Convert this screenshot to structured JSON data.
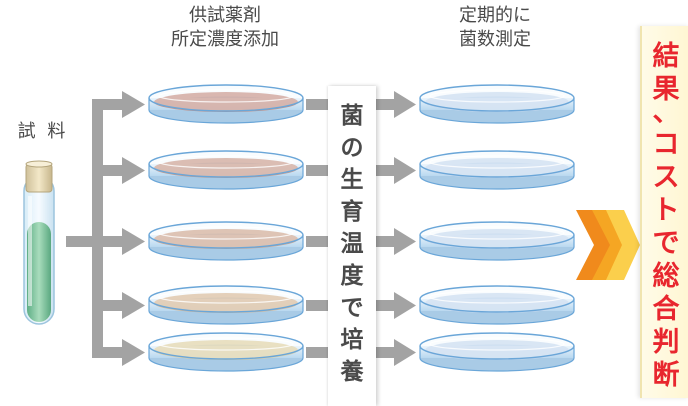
{
  "labels": {
    "reagent_header": [
      "供試薬剤",
      "所定濃度添加"
    ],
    "measure_header": [
      "定期的に",
      "菌数測定"
    ],
    "sample": "試 料",
    "culture_step": [
      "菌",
      "の",
      "生",
      "育",
      "温",
      "度",
      "で",
      "培",
      "養"
    ],
    "result": [
      "結",
      "果",
      "、",
      "コ",
      "ス",
      "ト",
      "で",
      "総",
      "合",
      "判",
      "断"
    ]
  },
  "colors": {
    "arrow": "#a3a3a3",
    "result_text": "#e8262e",
    "result_arrow": "#f39a1e",
    "dish_rim": "#6aa6d8",
    "test_tube_liquid": "#7cc29a"
  },
  "dishes": {
    "treated_media_colors": [
      "#c98b7a",
      "#cc9580",
      "#d2a083",
      "#dbb58c",
      "#e3cf9a"
    ],
    "measurement_media_color": "#c9d9ee"
  }
}
